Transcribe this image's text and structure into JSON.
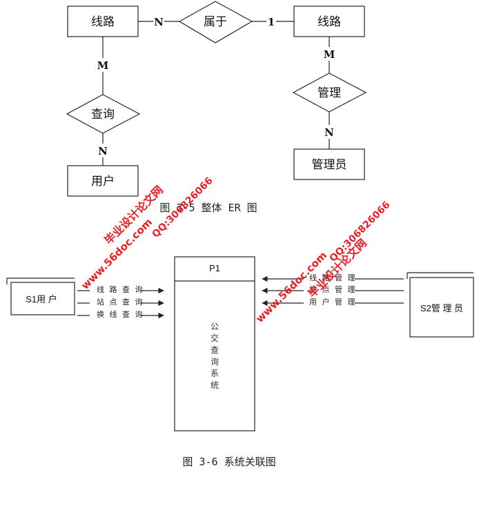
{
  "er": {
    "entity_route_left": "线路",
    "entity_route_right": "线路",
    "relation_belongs": "属于",
    "relation_query": "查询",
    "relation_manage": "管理",
    "entity_user": "用户",
    "entity_admin": "管理员",
    "card_n_top": "N",
    "card_1_top": "1",
    "card_m_left": "M",
    "card_n_left": "N",
    "card_m_right": "M",
    "card_n_right": "N"
  },
  "caption_35": "图 3-5 整体 ER 图",
  "context": {
    "process_id": "P1",
    "process_name_chars": [
      "公",
      "交",
      "查",
      "询",
      "系",
      "统"
    ],
    "user_entity": "S1用 户",
    "admin_entity": "S2管 理 员",
    "user_flows": [
      "线 路 查 询",
      "站 点 查 询",
      "换 线 查 询"
    ],
    "admin_flows": [
      "线 路 管 理",
      "站 点 管 理",
      "用 户 管 理"
    ]
  },
  "caption_36": "图 3-6 系统关联图",
  "watermarks": {
    "site": "www.56doc.com",
    "qq": "QQ:306826066",
    "brand": "毕业设计论文网"
  }
}
